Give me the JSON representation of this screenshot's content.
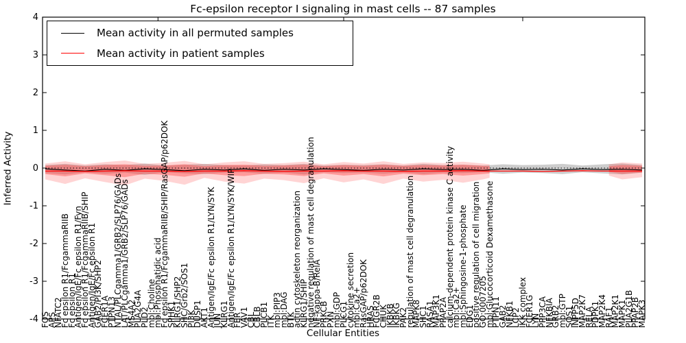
{
  "title": "Fc-epsilon receptor I signaling in mast cells -- 87 samples",
  "axes": {
    "xlabel": "Cellular Entities",
    "ylabel": "Inferred Activity",
    "ylim": [
      -4,
      4
    ],
    "yticks": [
      "4",
      "3",
      "2",
      "1",
      "0",
      "-1",
      "-2",
      "-3",
      "-4"
    ]
  },
  "legend": {
    "entries": [
      {
        "label": "Mean activity in all permuted samples",
        "color": "#000000"
      },
      {
        "label": "Mean activity in patient samples",
        "color": "#ff0000"
      }
    ]
  },
  "chart_data": {
    "type": "line",
    "title": "Fc-epsilon receptor I signaling in mast cells -- 87 samples",
    "xlabel": "Cellular Entities",
    "ylabel": "Inferred Activity",
    "ylim": [
      -4,
      4
    ],
    "n_samples": 87,
    "grid": false,
    "legend_position": "upper left",
    "categories": [
      "FOS",
      "APS",
      "NFATC2",
      "Fc epsilon R1/FcgammaRIIB",
      "Fc epsilon R1",
      "Antigen/IgE/Fc epsilon R1/Fyn",
      "Fc epsilon R1/FcgammaRIIB/SHIP",
      "Antigen/IgE/Fc epsilon R1",
      "GAB2/PI3K/SHP2",
      "FCER1A",
      "PTPN13",
      "NTAL/PLCgamma1/GRB2/SLP76/GADs",
      "LAT/PLCgamma1/GRB2/SLP76/GADs",
      "MS4A2",
      "PLA2G4A",
      "PLD2",
      "mol:Choline",
      "mol:Phosphatidic acid",
      "Fc epsilon R1/FcgammaRIIB/SHIP/RasGAP/p62DOK",
      "SPHK1",
      "KLRG1/SHP2",
      "SHC/Grb2/SOS1",
      "PI3K",
      "DUSP1",
      "AKT1",
      "Antigen/IgE/Fc epsilon R1/LYN/SYK",
      "JUN",
      "KLRG1",
      "Antigen/IgE/Fc epsilon R1/LYN/SYK/WIP",
      "FER",
      "VAV1",
      "CBL",
      "CBLB",
      "PLCB1",
      "ITK",
      "mol:PIP3",
      "mol:DAG",
      "BTK",
      "actin cytoskeleton reorganization",
      "KLRG1/SHIP",
      "negative regulation of mast cell degranulation",
      "NF-kappa-B/RelA",
      "PRKCB",
      "PXN",
      "mol:GDP",
      "PLCG1",
      "cytokine secretion",
      "mol:Ca2+",
      "RasGAP/p62DOK",
      "HRAS",
      "FCGR2B",
      "CHUK",
      "IKBKB",
      "IKBKG",
      "PAK2",
      "regulation of mast cell degranulation",
      "MAPK8",
      "SHC1",
      "RASA1",
      "MAP3K1",
      "PPAP2A",
      "calcium-dependent protein kinase C activity",
      "mol:Ca2+",
      "mol:Sphingosine-1-phosphate",
      "EDG1",
      "positive regulation of cell migration",
      "GO:0007205",
      "mol:Glucocorticoid Dexamethasone",
      "PTPN11",
      "GAB2",
      "NFKB1",
      "LCP2",
      "IKK complex",
      "FCER1G",
      "LYN",
      "PPP3CA",
      "NFKBIA",
      "GRB2",
      "mol:GTP",
      "SOS1",
      "INPP5D",
      "MAP2K7",
      "RELA",
      "PDPK1",
      "MAP2K4",
      "RAF1",
      "MAP2K1",
      "MAPK1",
      "PLA2G1B",
      "PPAP2B",
      "MAPK3"
    ],
    "x_major_ticks": [
      17,
      45,
      72
    ],
    "series": [
      {
        "name": "zero reference",
        "color": "#000000",
        "style": "dotted",
        "width": 1,
        "x": [
          0,
          90
        ],
        "y": [
          0,
          0
        ]
      },
      {
        "name": "Mean activity in all permuted samples",
        "color": "#000000",
        "style": "solid",
        "width": 1.2,
        "x": [
          0,
          3,
          6,
          9,
          12,
          15,
          18,
          21,
          24,
          27,
          30,
          33,
          36,
          39,
          42,
          45,
          48,
          51,
          54,
          57,
          60,
          63,
          66,
          69,
          72,
          75,
          78,
          81,
          84,
          87,
          90
        ],
        "y": [
          -0.02,
          -0.05,
          -0.08,
          -0.03,
          -0.06,
          -0.02,
          -0.04,
          -0.07,
          -0.03,
          -0.05,
          -0.02,
          -0.06,
          -0.03,
          -0.05,
          -0.02,
          -0.04,
          -0.06,
          -0.03,
          -0.05,
          -0.02,
          -0.04,
          -0.03,
          -0.06,
          -0.02,
          -0.04,
          -0.03,
          -0.05,
          -0.02,
          -0.04,
          -0.03,
          -0.05
        ]
      },
      {
        "name": "Mean activity in patient samples",
        "color": "#ff0000",
        "style": "solid",
        "width": 1.3,
        "x": [
          0,
          3,
          6,
          9,
          12,
          15,
          18,
          21,
          24,
          27,
          30,
          33,
          36,
          39,
          42,
          45,
          48,
          51,
          54,
          57,
          60,
          63,
          66,
          69,
          72,
          75,
          78,
          81,
          84,
          87,
          90
        ],
        "y": [
          -0.08,
          -0.08,
          -0.09,
          -0.08,
          -0.07,
          -0.08,
          -0.08,
          -0.09,
          -0.08,
          -0.08,
          -0.07,
          -0.08,
          -0.09,
          -0.08,
          -0.08,
          -0.07,
          -0.08,
          -0.08,
          -0.09,
          -0.08,
          -0.08,
          -0.07,
          -0.08,
          -0.08,
          -0.08,
          -0.09,
          -0.08,
          -0.07,
          -0.08,
          -0.08,
          -0.08
        ]
      }
    ],
    "bands": [
      {
        "name": "permuted samples range",
        "color": "rgba(130,130,130,0.40)",
        "x": [
          0,
          3,
          6,
          9,
          12,
          15,
          18,
          21,
          24,
          27,
          30,
          33,
          36,
          39,
          42,
          45,
          48,
          51,
          54,
          57,
          60,
          63,
          66,
          69,
          72,
          75,
          78,
          81,
          84,
          87,
          90
        ],
        "upper": [
          0.08,
          0.11,
          0.07,
          0.1,
          0.08,
          0.12,
          0.07,
          0.09,
          0.11,
          0.08,
          0.07,
          0.1,
          0.08,
          0.11,
          0.07,
          0.09,
          0.08,
          0.1,
          0.07,
          0.11,
          0.08,
          0.09,
          0.07,
          0.1,
          0.08,
          0.09,
          0.11,
          0.07,
          0.1,
          0.12,
          0.08
        ],
        "lower": [
          -0.13,
          -0.17,
          -0.11,
          -0.15,
          -0.12,
          -0.18,
          -0.11,
          -0.14,
          -0.16,
          -0.12,
          -0.11,
          -0.15,
          -0.12,
          -0.17,
          -0.11,
          -0.13,
          -0.12,
          -0.15,
          -0.11,
          -0.16,
          -0.12,
          -0.13,
          -0.11,
          -0.15,
          -0.12,
          -0.13,
          -0.16,
          -0.11,
          -0.14,
          -0.17,
          -0.12
        ]
      },
      {
        "name": "patient samples range (outer)",
        "color": "rgba(255,60,60,0.22)",
        "x": [
          0,
          3,
          6,
          9,
          12,
          15,
          18,
          21,
          24,
          27,
          30,
          33,
          36,
          39,
          42,
          45,
          48,
          51,
          54,
          57,
          60,
          63,
          66,
          67
        ],
        "upper": [
          0.12,
          0.18,
          0.1,
          0.16,
          0.2,
          0.11,
          0.14,
          0.19,
          0.1,
          0.15,
          0.18,
          0.11,
          0.13,
          0.17,
          0.1,
          0.16,
          0.12,
          0.18,
          0.11,
          0.15,
          0.13,
          0.17,
          0.12,
          0.1
        ],
        "lower": [
          -0.3,
          -0.42,
          -0.27,
          -0.37,
          -0.46,
          -0.28,
          -0.34,
          -0.44,
          -0.26,
          -0.36,
          -0.41,
          -0.28,
          -0.32,
          -0.4,
          -0.27,
          -0.38,
          -0.3,
          -0.42,
          -0.28,
          -0.36,
          -0.31,
          -0.39,
          -0.3,
          -0.26
        ]
      },
      {
        "name": "patient samples range (inner)",
        "color": "rgba(255,60,60,0.38)",
        "x": [
          0,
          3,
          6,
          9,
          12,
          15,
          18,
          21,
          24,
          27,
          30,
          33,
          36,
          39,
          42,
          45,
          48,
          51,
          54,
          57,
          60,
          63,
          66,
          67
        ],
        "upper": [
          0.06,
          0.09,
          0.05,
          0.08,
          0.1,
          0.06,
          0.07,
          0.1,
          0.05,
          0.08,
          0.09,
          0.06,
          0.07,
          0.09,
          0.05,
          0.08,
          0.06,
          0.09,
          0.06,
          0.08,
          0.07,
          0.09,
          0.06,
          0.05
        ],
        "lower": [
          -0.16,
          -0.22,
          -0.14,
          -0.19,
          -0.24,
          -0.15,
          -0.18,
          -0.23,
          -0.14,
          -0.19,
          -0.21,
          -0.15,
          -0.17,
          -0.21,
          -0.14,
          -0.2,
          -0.16,
          -0.22,
          -0.15,
          -0.19,
          -0.16,
          -0.2,
          -0.16,
          -0.14
        ]
      },
      {
        "name": "patient samples range (outer, right segment)",
        "color": "rgba(255,60,60,0.22)",
        "x": [
          85,
          87,
          90
        ],
        "upper": [
          0.1,
          0.15,
          0.12
        ],
        "lower": [
          -0.2,
          -0.3,
          -0.24
        ]
      },
      {
        "name": "patient samples range (inner, right segment)",
        "color": "rgba(255,60,60,0.38)",
        "x": [
          85,
          87,
          90
        ],
        "upper": [
          0.05,
          0.08,
          0.06
        ],
        "lower": [
          -0.1,
          -0.15,
          -0.12
        ]
      }
    ]
  }
}
